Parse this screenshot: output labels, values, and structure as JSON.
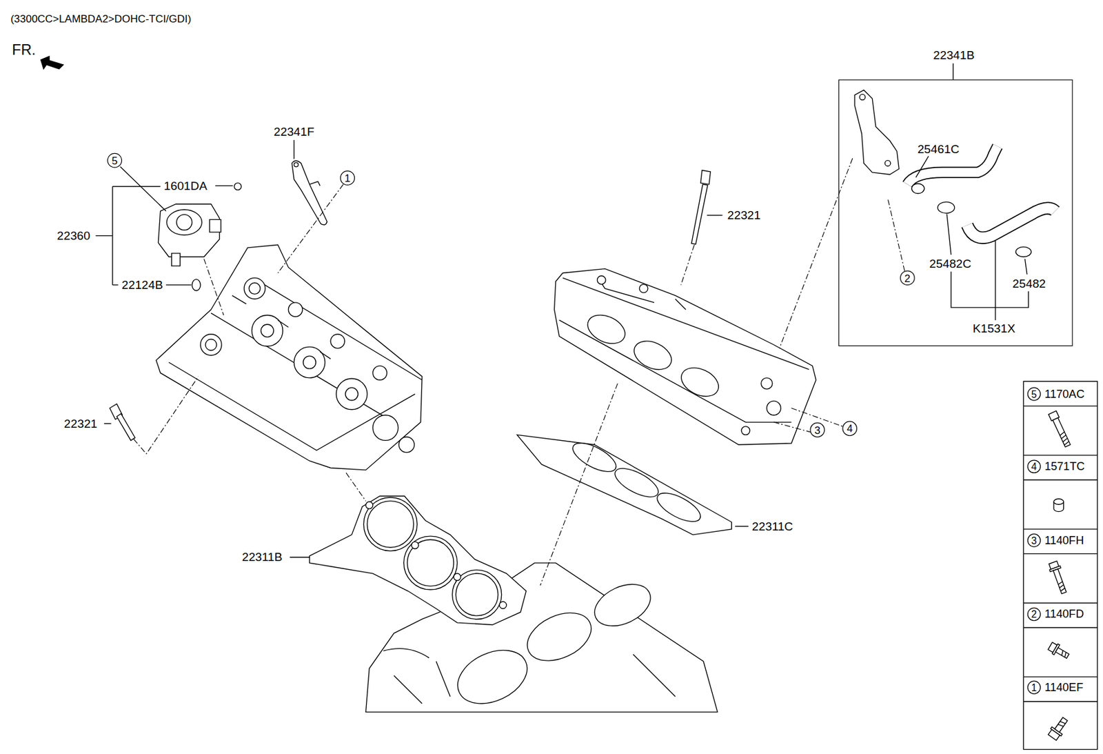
{
  "diagram": {
    "title": "(3300CC>LAMBDA2>DOHC-TCI/GDI)",
    "nodes": [
      {
        "text": [
          "22341B",
          "25461C",
          "25482C",
          "25482",
          "K1531X"
        ]
      }
    ],
    "labels": [
      "FR.",
      "22341F",
      "5",
      "1601DA",
      "22360",
      "22124B",
      "1",
      "22321",
      "22321",
      "22311B",
      "22311C",
      "3",
      "4",
      "2",
      "5",
      "1170AC",
      "4",
      "1571TC",
      "3",
      "1140FH",
      "2",
      "1140FD",
      "1",
      "1140EF"
    ]
  }
}
